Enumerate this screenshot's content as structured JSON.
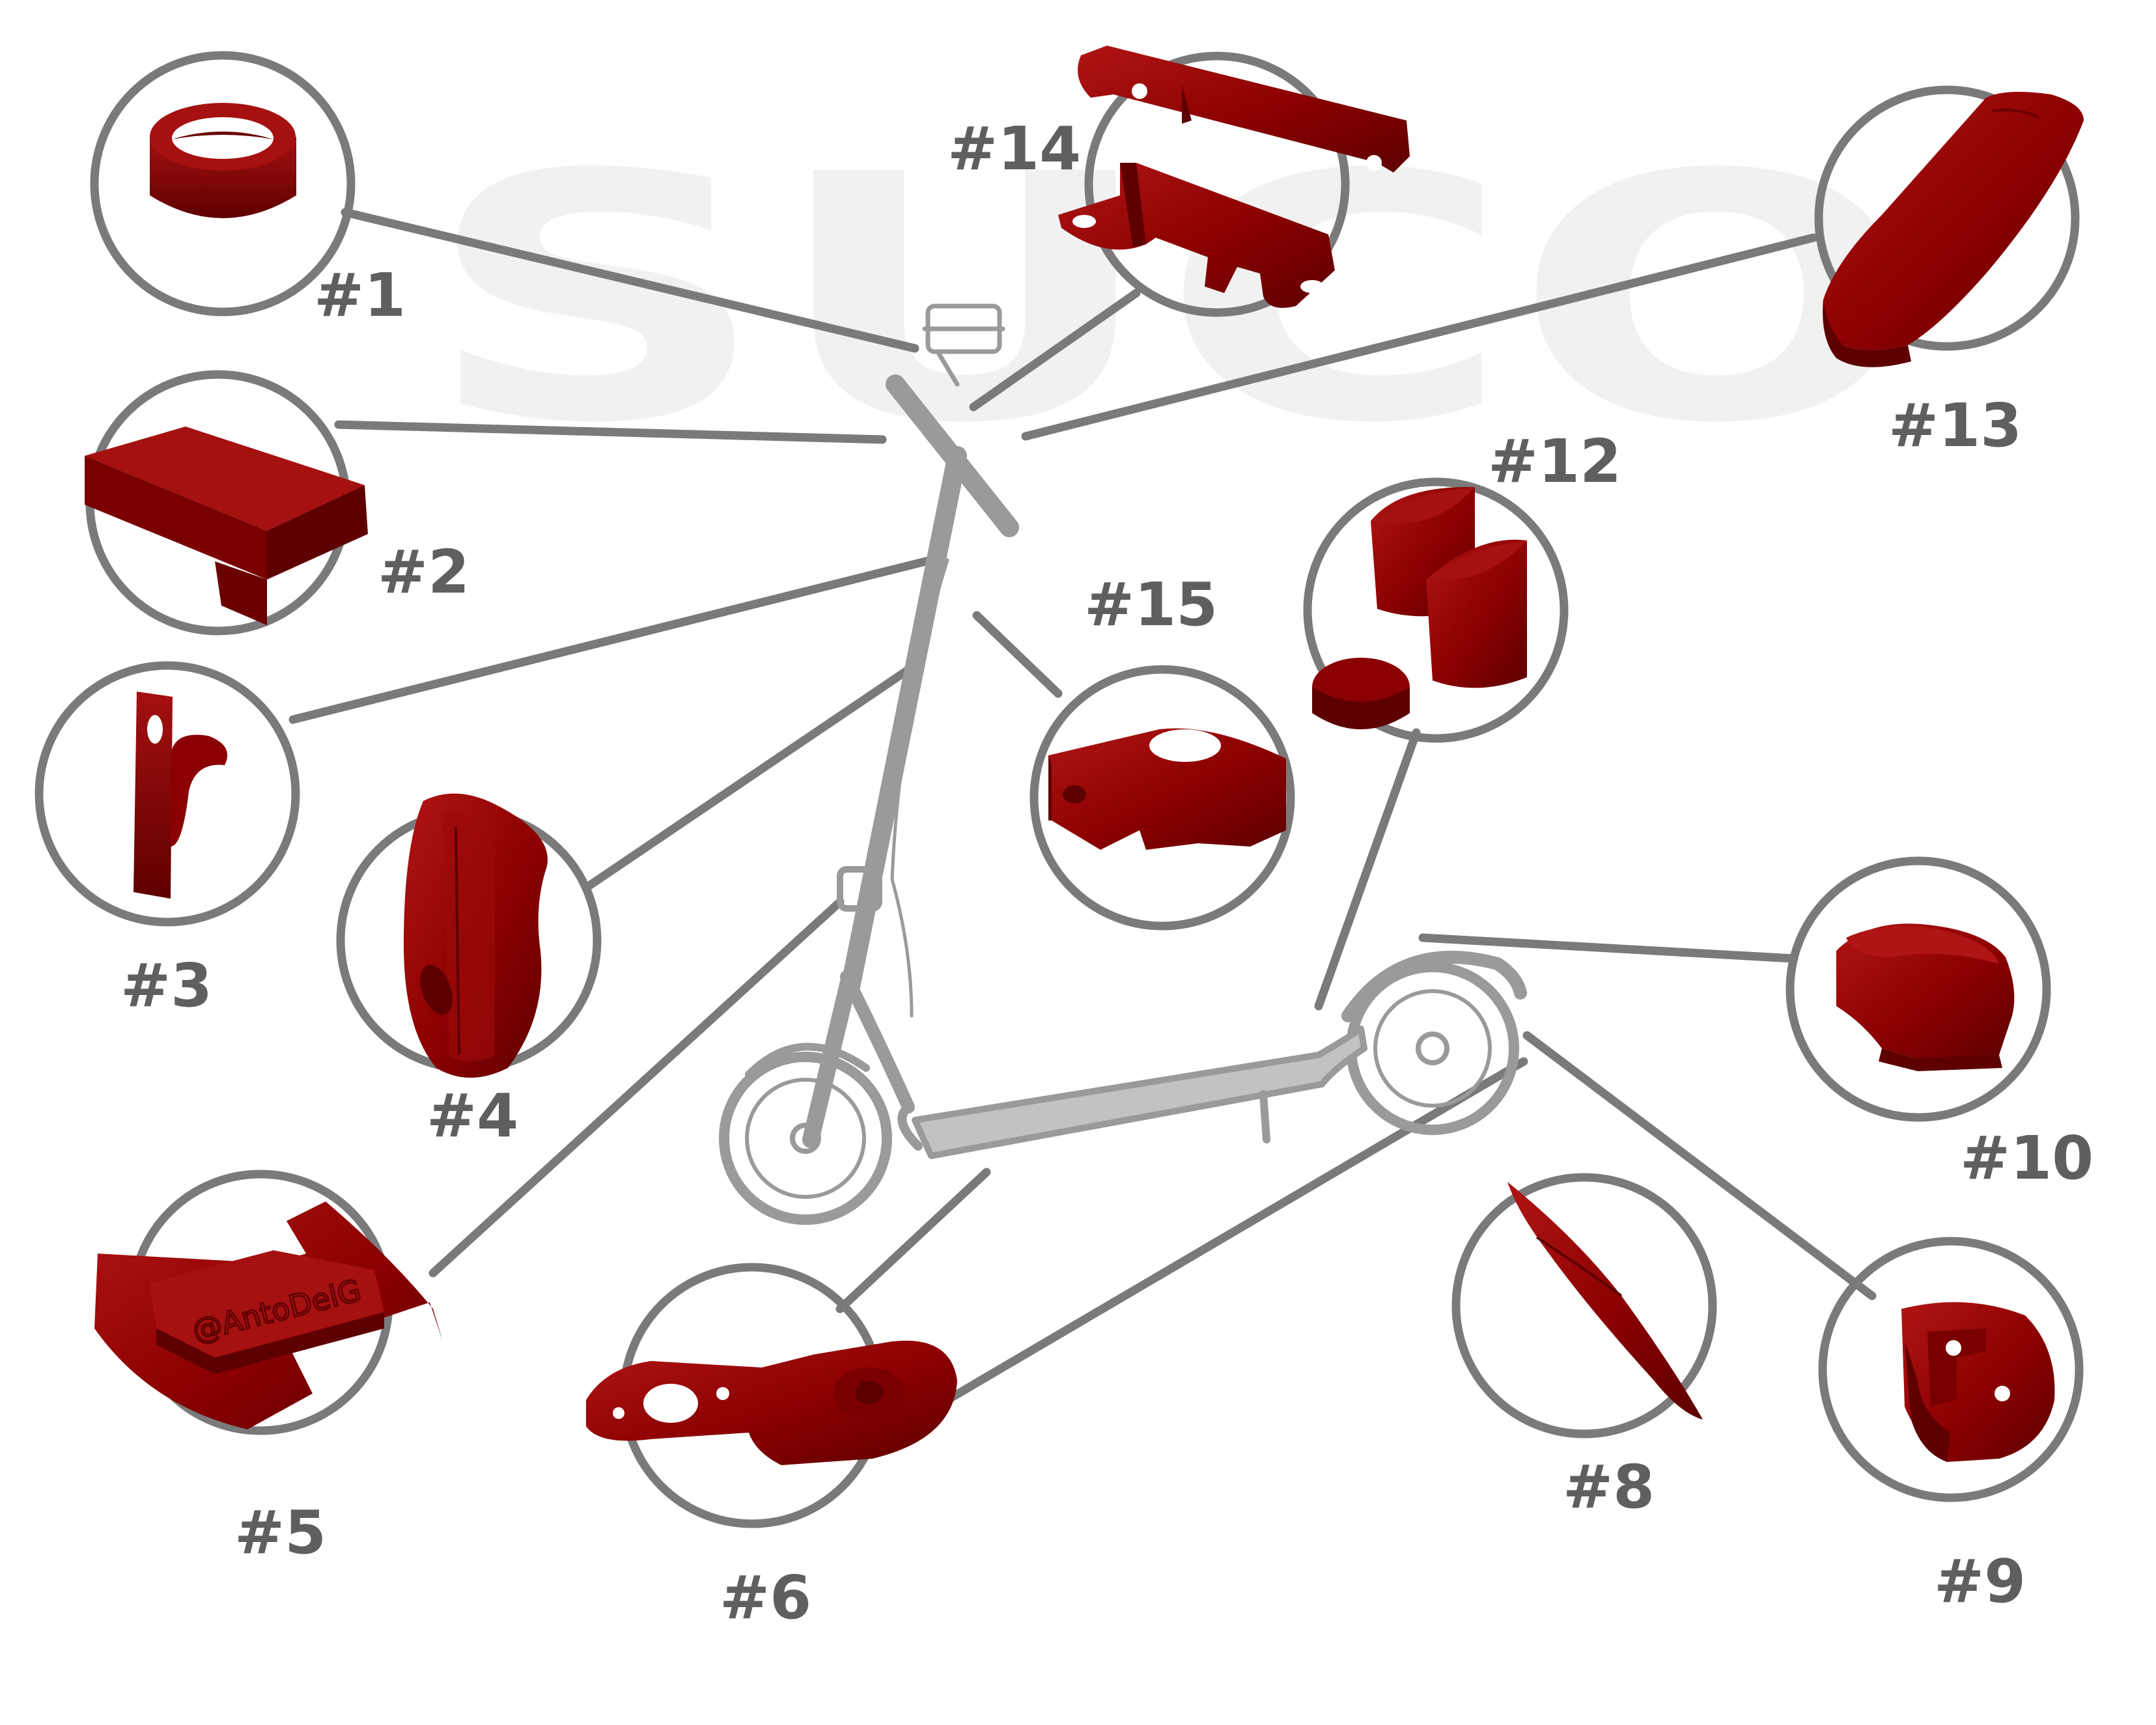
{
  "diagram": {
    "watermark": "SUCO",
    "engraving": "@AntoDelG",
    "colors": {
      "part": "#8b0000",
      "part_dark": "#5e0000",
      "part_light": "#b01515",
      "line": "#7a7a7a",
      "scooter": "#9a9a9a",
      "label": "#5f5f5f"
    },
    "callouts": [
      {
        "id": "1",
        "label": "#1",
        "part": "ring-spacer"
      },
      {
        "id": "2",
        "label": "#2",
        "part": "cover-plate"
      },
      {
        "id": "3",
        "label": "#3",
        "part": "hook"
      },
      {
        "id": "4",
        "label": "#4",
        "part": "battery-cover"
      },
      {
        "id": "5",
        "label": "#5",
        "part": "folding-clip"
      },
      {
        "id": "6",
        "label": "#6",
        "part": "bell-mount"
      },
      {
        "id": "8",
        "label": "#8",
        "part": "fender-blade"
      },
      {
        "id": "9",
        "label": "#9",
        "part": "latch-hook"
      },
      {
        "id": "10",
        "label": "#10",
        "part": "rear-cap"
      },
      {
        "id": "12",
        "label": "#12",
        "part": "caps-set"
      },
      {
        "id": "13",
        "label": "#13",
        "part": "dashboard-cover"
      },
      {
        "id": "14",
        "label": "#14",
        "part": "phone-bracket"
      },
      {
        "id": "15",
        "label": "#15",
        "part": "tube-clamp"
      }
    ]
  }
}
